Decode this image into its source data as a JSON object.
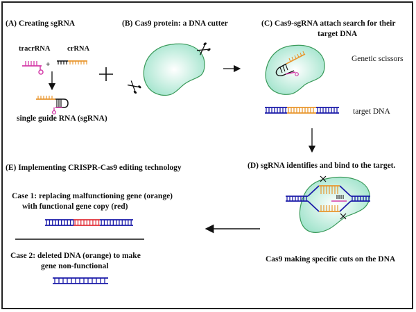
{
  "panels": {
    "a": {
      "title": "(A)  Creating sgRNA",
      "tracrRNA_label": "tracrRNA",
      "plus_small": "+",
      "crRNA_label": "crRNA",
      "sgRNA_label": "single guide RNA (sgRNA)"
    },
    "b": {
      "title": "(B) Cas9 protein: a DNA cutter"
    },
    "c": {
      "title_line1": "(C) Cas9-sgRNA attach search for their",
      "title_line2": "target DNA",
      "scissors_label": "Genetic scissors",
      "target_label": "target DNA"
    },
    "d": {
      "title": "(D)  sgRNA identifies and bind to the target.",
      "caption": "Cas9 making specific cuts on the DNA"
    },
    "e": {
      "title": "(E)  Implementing CRISPR-Cas9 editing technology",
      "case1_line1": "Case 1: replacing malfunctioning gene (orange)",
      "case1_line2": "with functional gene copy (red)",
      "case2_line1": "Case 2: deleted DNA (orange) to make",
      "case2_line2": "gene non-functional"
    }
  },
  "colors": {
    "dna_blue": "#1a1aa8",
    "guide_orange": "#e8962e",
    "tracr_magenta": "#d43aa8",
    "replacement_red": "#e0303a",
    "cas9_fill": "#aeead6",
    "cas9_stroke": "#3a9a5a",
    "ink": "#111111"
  }
}
